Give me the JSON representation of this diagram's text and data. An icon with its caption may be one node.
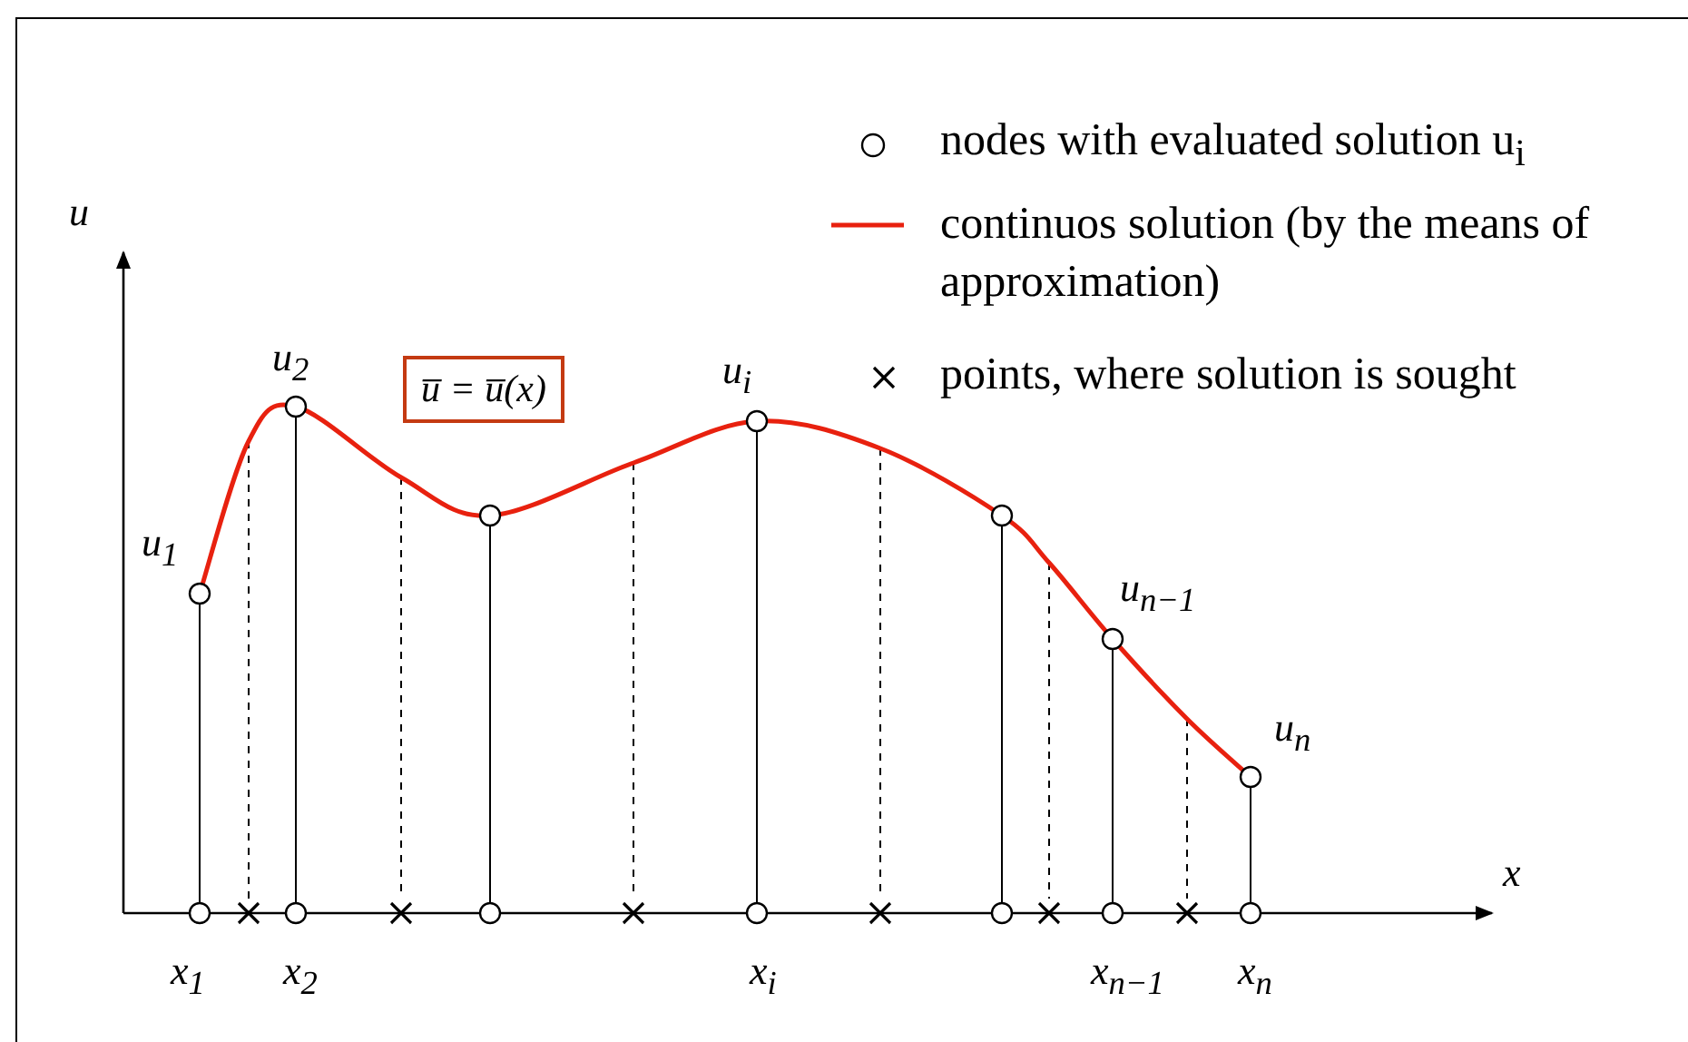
{
  "diagram": {
    "labels": [
      "u",
      "u$_{2}$",
      "u̅ = u̅(x)",
      "u$_{i}$",
      "u$_{1}$",
      "u$_{n−1}$",
      "u$_{n}$",
      "x",
      "x$_{1}$",
      "x$_{2}$",
      "x$_{i}$",
      "x$_{n−1}$",
      "x$_{n}$"
    ],
    "legend": [
      {
        "text": "nodes with evaluated solution u$_{i}$"
      },
      {
        "text": "continuos solution (by the means of approximation)"
      },
      {
        "text": "points, where solution is sought"
      }
    ]
  }
}
